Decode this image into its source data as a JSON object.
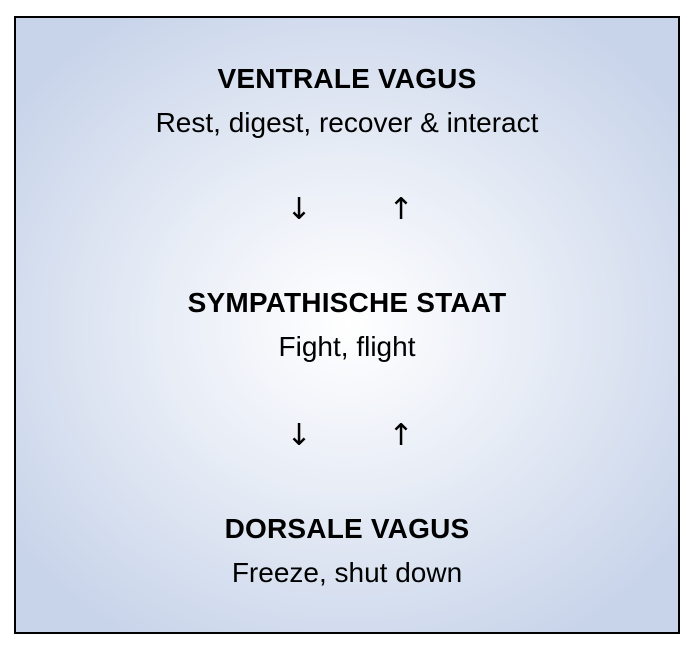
{
  "states": [
    {
      "title": "VENTRALE VAGUS",
      "subtitle": "Rest, digest, recover & interact"
    },
    {
      "title": "SYMPATHISCHE STAAT",
      "subtitle": "Fight, flight"
    },
    {
      "title": "DORSALE VAGUS",
      "subtitle": "Freeze, shut down"
    }
  ],
  "arrows": {
    "down": "↓",
    "up": "↑"
  },
  "colors": {
    "border": "#000000",
    "background_center": "#ffffff",
    "background_edge": "#c8d4ea",
    "text": "#000000"
  }
}
